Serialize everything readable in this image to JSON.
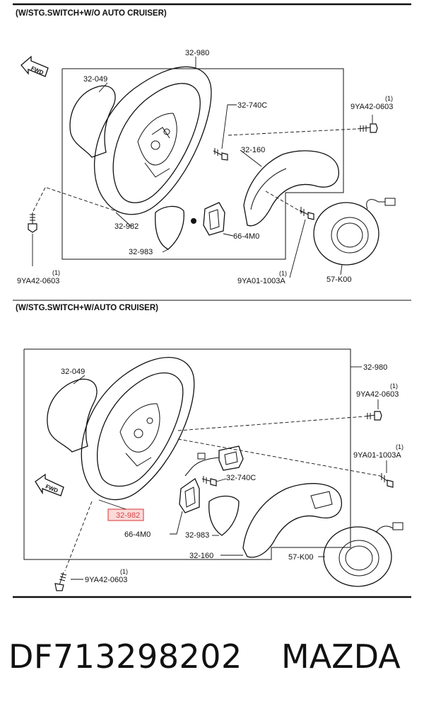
{
  "sections": [
    {
      "title": "(W/STG.SWITCH+W/O AUTO CRUISER)",
      "fwd_label": "FWD",
      "callouts": {
        "c32_980": "32-980",
        "c32_049": "32-049",
        "c32_740c": "32-740C",
        "c9ya42_right": "9YA42-0603",
        "c32_160": "32-160",
        "c32_982": "32-982",
        "c66_4m0": "66-4M0",
        "c32_983": "32-983",
        "c9ya42_left": "9YA42-0603",
        "c9ya01": "9YA01-1003A",
        "c57_k00": "57-K00",
        "qty_right": "(1)",
        "qty_left": "(1)",
        "qty_9ya01": "(1)"
      }
    },
    {
      "title": "(W/STG.SWITCH+W/AUTO CRUISER)",
      "fwd_label": "FWD",
      "callouts": {
        "c32_049": "32-049",
        "c32_980": "32-980",
        "c9ya42_right": "9YA42-0603",
        "c9ya01": "9YA01-1003A",
        "c32_740c": "32-740C",
        "c32_982": "32-982",
        "c66_4m0": "66-4M0",
        "c32_983": "32-983",
        "c32_160": "32-160",
        "c57_k00": "57-K00",
        "c9ya42_bottom": "9YA42-0603",
        "qty_right": "(1)",
        "qty_9ya01": "(1)",
        "qty_bottom": "(1)"
      },
      "highlight_color": "#e05252"
    }
  ],
  "footer": {
    "part_number": "DF713298202",
    "brand": "MAZDA"
  }
}
